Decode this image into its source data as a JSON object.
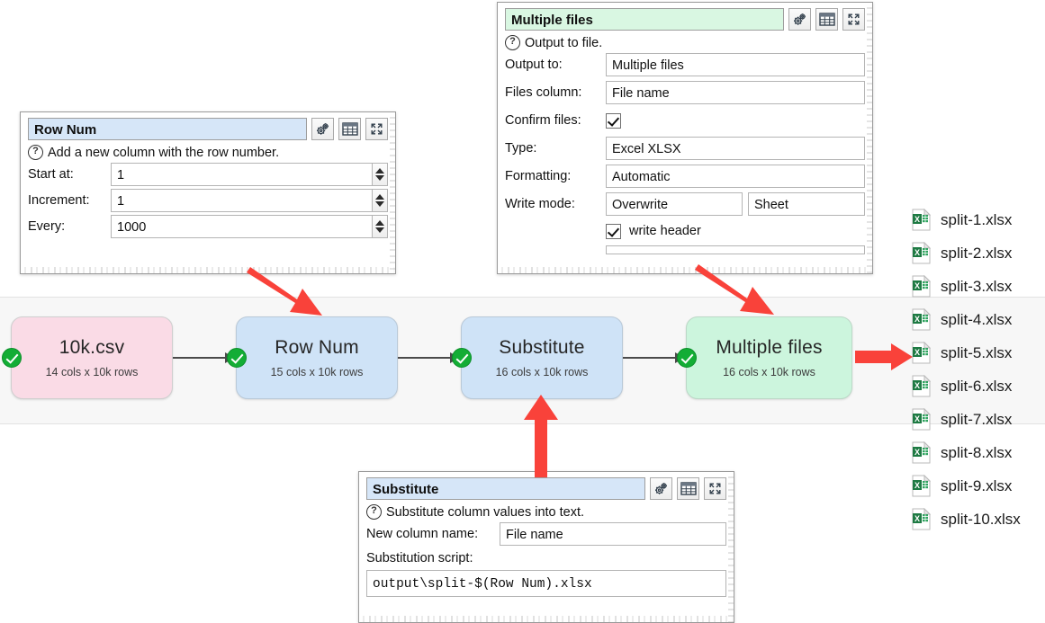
{
  "panels": {
    "row_num": {
      "title": "Row Num",
      "description": "Add a new column with the row number.",
      "icons": [
        "gears-icon",
        "table-icon",
        "expand-icon"
      ],
      "fields": [
        {
          "label": "Start at:",
          "value": "1",
          "control": "spinbox"
        },
        {
          "label": "Increment:",
          "value": "1",
          "control": "spinbox"
        },
        {
          "label": "Every:",
          "value": "1000",
          "control": "spinbox"
        }
      ]
    },
    "multiple_files": {
      "title": "Multiple files",
      "description": "Output to file.",
      "icons": [
        "gears-icon",
        "table-icon",
        "expand-icon"
      ],
      "fields": [
        {
          "label": "Output to:",
          "value": "Multiple files",
          "control": "combobox"
        },
        {
          "label": "Files column:",
          "value": "File name",
          "control": "combobox"
        },
        {
          "label": "Confirm files:",
          "value": "",
          "control": "checkbox",
          "checked": true
        },
        {
          "label": "Type:",
          "value": "Excel XLSX",
          "control": "combobox"
        },
        {
          "label": "Formatting:",
          "value": "Automatic",
          "control": "combobox"
        },
        {
          "label": "Write mode:",
          "value": "Overwrite",
          "value2": "Sheet",
          "control": "combobox-pair"
        },
        {
          "label": "",
          "value": "write header",
          "control": "checkbox",
          "checked": true
        }
      ]
    },
    "substitute": {
      "title": "Substitute",
      "description": "Substitute column values into text.",
      "icons": [
        "gears-icon",
        "table-icon",
        "expand-icon"
      ],
      "new_column_label": "New column name:",
      "new_column_value": "File name",
      "script_label": "Substitution script:",
      "script_value": "output\\split-$(Row Num).xlsx"
    }
  },
  "flow": {
    "nodes": [
      {
        "title": "10k.csv",
        "subtitle": "14 cols x 10k rows",
        "color": "#fadbe6",
        "status": "ok"
      },
      {
        "title": "Row Num",
        "subtitle": "15 cols x 10k rows",
        "color": "#cfe3f7",
        "status": "ok"
      },
      {
        "title": "Substitute",
        "subtitle": "16 cols x 10k rows",
        "color": "#cfe3f7",
        "status": "ok"
      },
      {
        "title": "Multiple files",
        "subtitle": "16 cols x 10k rows",
        "color": "#ccf5dd",
        "status": "ok"
      }
    ]
  },
  "files": [
    {
      "name": "split-1.xlsx",
      "icon": "excel-file-icon"
    },
    {
      "name": "split-2.xlsx",
      "icon": "excel-file-icon"
    },
    {
      "name": "split-3.xlsx",
      "icon": "excel-file-icon"
    },
    {
      "name": "split-4.xlsx",
      "icon": "excel-file-icon"
    },
    {
      "name": "split-5.xlsx",
      "icon": "excel-file-icon"
    },
    {
      "name": "split-6.xlsx",
      "icon": "excel-file-icon"
    },
    {
      "name": "split-7.xlsx",
      "icon": "excel-file-icon"
    },
    {
      "name": "split-8.xlsx",
      "icon": "excel-file-icon"
    },
    {
      "name": "split-9.xlsx",
      "icon": "excel-file-icon"
    },
    {
      "name": "split-10.xlsx",
      "icon": "excel-file-icon"
    }
  ],
  "colors": {
    "annotation_arrow": "#f9423a",
    "status_ok": "#13ad35",
    "title_blue": "#d6e6f8",
    "title_green": "#d9f7e2",
    "connector": "#4a4a4a"
  }
}
